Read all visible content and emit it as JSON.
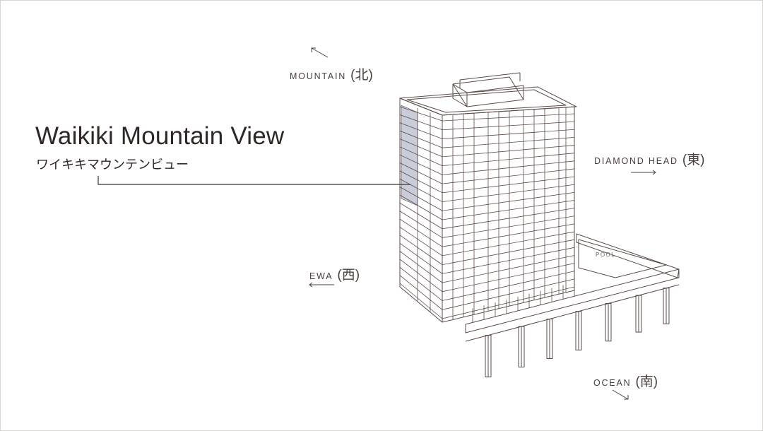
{
  "view": {
    "title": "Waikiki Mountain View",
    "subtitle": "ワイキキマウンテンビュー"
  },
  "directions": {
    "mountain": {
      "label": "MOUNTAIN",
      "kanji": "(北)"
    },
    "diamond_head": {
      "label": "DIAMOND HEAD",
      "kanji": "(東)"
    },
    "ewa": {
      "label": "EWA",
      "kanji": "(西)"
    },
    "ocean": {
      "label": "OCEAN",
      "kanji": "(南)"
    }
  },
  "pool_label": "POOL",
  "colors": {
    "line": "#5a4b47",
    "highlight_fill": "#c9ccd9",
    "text": "#2f2725"
  }
}
